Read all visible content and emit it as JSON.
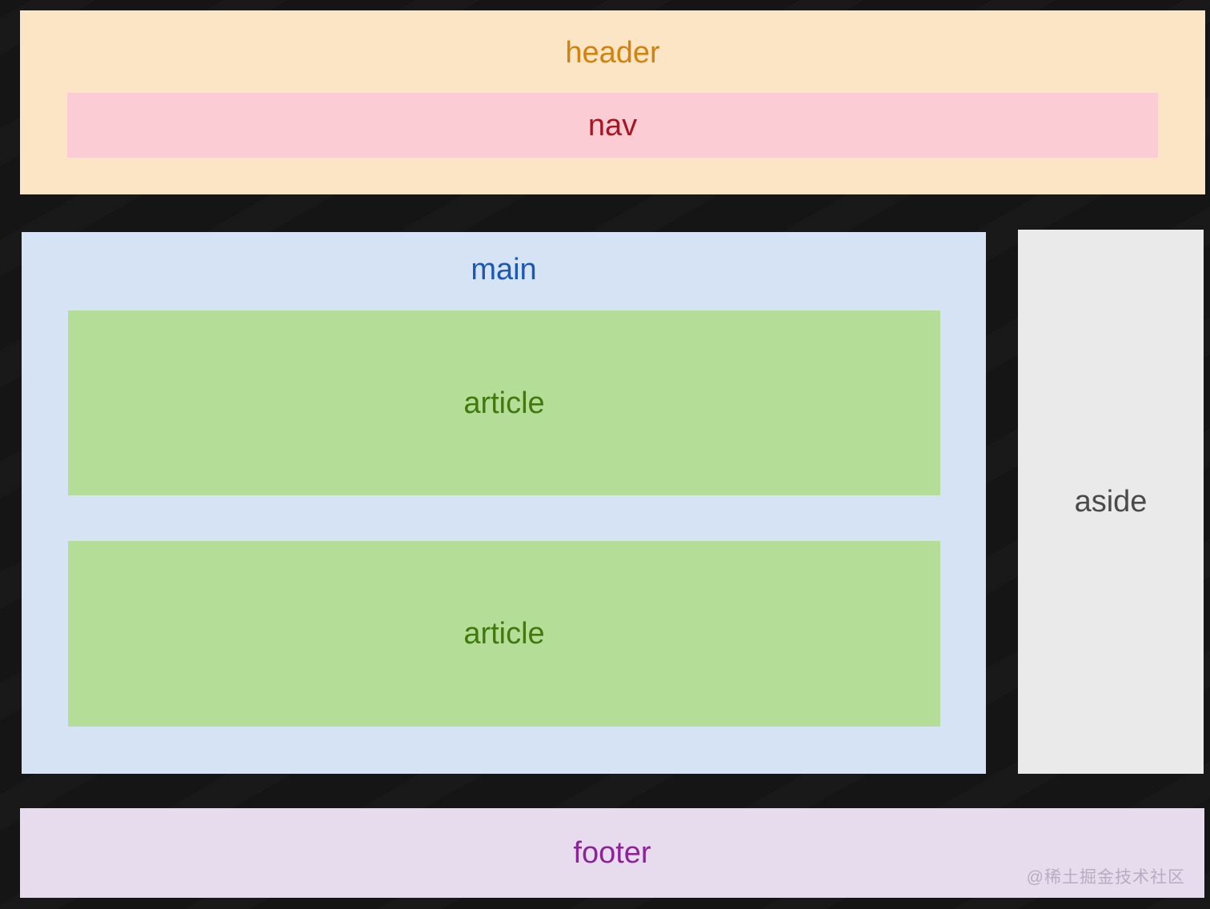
{
  "layout": {
    "header": {
      "label": "header"
    },
    "nav": {
      "label": "nav"
    },
    "main": {
      "label": "main"
    },
    "articles": [
      {
        "label": "article"
      },
      {
        "label": "article"
      }
    ],
    "aside": {
      "label": "aside"
    },
    "footer": {
      "label": "footer"
    }
  },
  "watermark": {
    "text": "@稀土掘金技术社区"
  },
  "colors": {
    "page_bg": "#151515",
    "header_bg": "#fce5c5",
    "header_text": "#d2820e",
    "nav_bg": "#fbccd3",
    "nav_text": "#a91622",
    "main_bg": "#d5e3f5",
    "main_text": "#1c59b2",
    "article_bg": "#b4dd97",
    "article_text": "#41790f",
    "aside_bg": "#eaeaea",
    "aside_text": "#4a4a4a",
    "footer_bg": "#e7dcee",
    "footer_text": "#8d2398",
    "watermark_text": "#b7acc0"
  }
}
